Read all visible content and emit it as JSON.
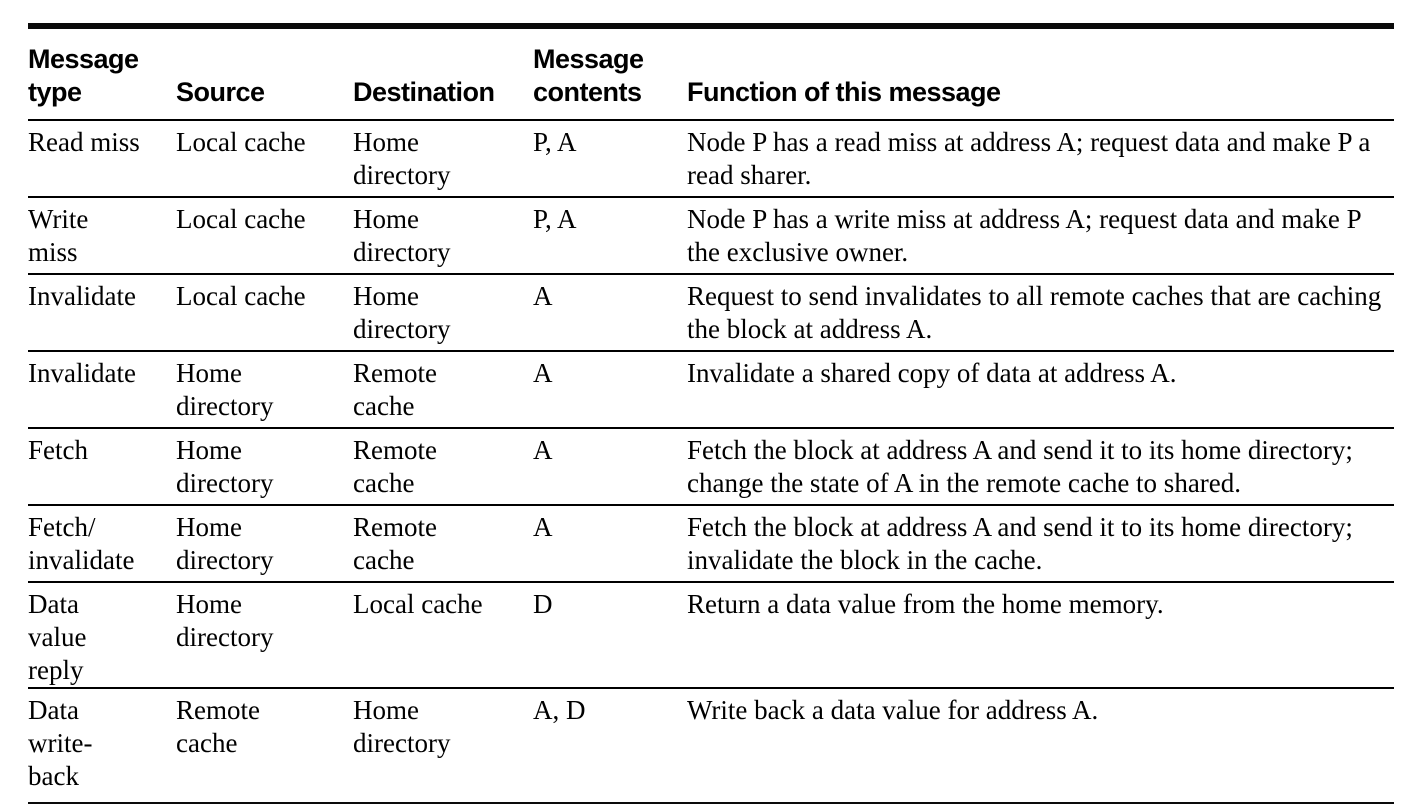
{
  "table": {
    "columns": [
      {
        "label": "Message\ntype"
      },
      {
        "label": "Source"
      },
      {
        "label": "Destination"
      },
      {
        "label": "Message\ncontents"
      },
      {
        "label": "Function of this message"
      }
    ],
    "rows": [
      {
        "type": "Read miss",
        "source": "Local cache",
        "destination": "Home\ndirectory",
        "contents": "P, A",
        "function": "Node P has a read miss at address A; request data and make P a read sharer."
      },
      {
        "type": "Write\nmiss",
        "source": "Local cache",
        "destination": "Home\ndirectory",
        "contents": "P, A",
        "function": "Node P has a write miss at address A; request data and make P the exclusive owner."
      },
      {
        "type": "Invalidate",
        "source": "Local cache",
        "destination": "Home\ndirectory",
        "contents": "A",
        "function": "Request to send invalidates to all remote caches that are caching the block at address A."
      },
      {
        "type": "Invalidate",
        "source": "Home\ndirectory",
        "destination": "Remote\ncache",
        "contents": "A",
        "function": "Invalidate a shared copy of data at address A."
      },
      {
        "type": "Fetch",
        "source": "Home\ndirectory",
        "destination": "Remote\ncache",
        "contents": "A",
        "function": "Fetch the block at address A and send it to its home directory; change the state of A in the remote cache to shared."
      },
      {
        "type": "Fetch/\ninvalidate",
        "source": "Home\ndirectory",
        "destination": "Remote\ncache",
        "contents": "A",
        "function": "Fetch the block at address A and send it to its home directory; invalidate the block in the cache."
      },
      {
        "type": "Data\nvalue\nreply",
        "source": "Home\ndirectory",
        "destination": "Local cache",
        "contents": "D",
        "function": "Return a data value from the home memory."
      },
      {
        "type": "Data\nwrite-\nback",
        "source": "Remote\ncache",
        "destination": "Home\ndirectory",
        "contents": "A, D",
        "function": "Write back a data value for address A."
      }
    ]
  }
}
